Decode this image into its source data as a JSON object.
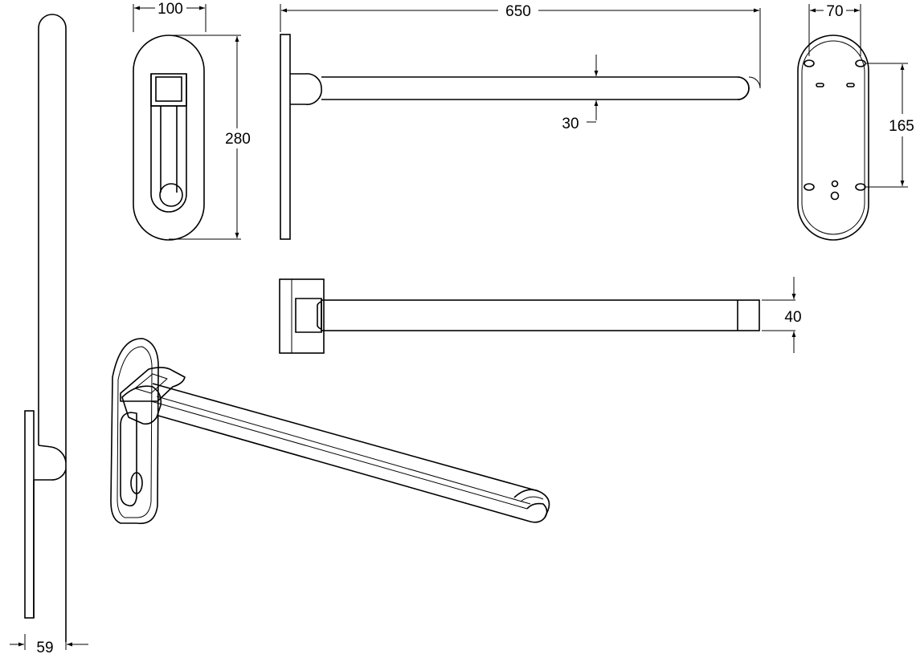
{
  "dimensions": {
    "width_top": "100",
    "height_front": "280",
    "length": "650",
    "bar_depth": "30",
    "plate_hole_spacing_x": "70",
    "plate_hole_spacing_y": "165",
    "bar_height": "40",
    "side_depth": "59"
  },
  "colors": {
    "line": "#000000",
    "background": "#ffffff"
  }
}
